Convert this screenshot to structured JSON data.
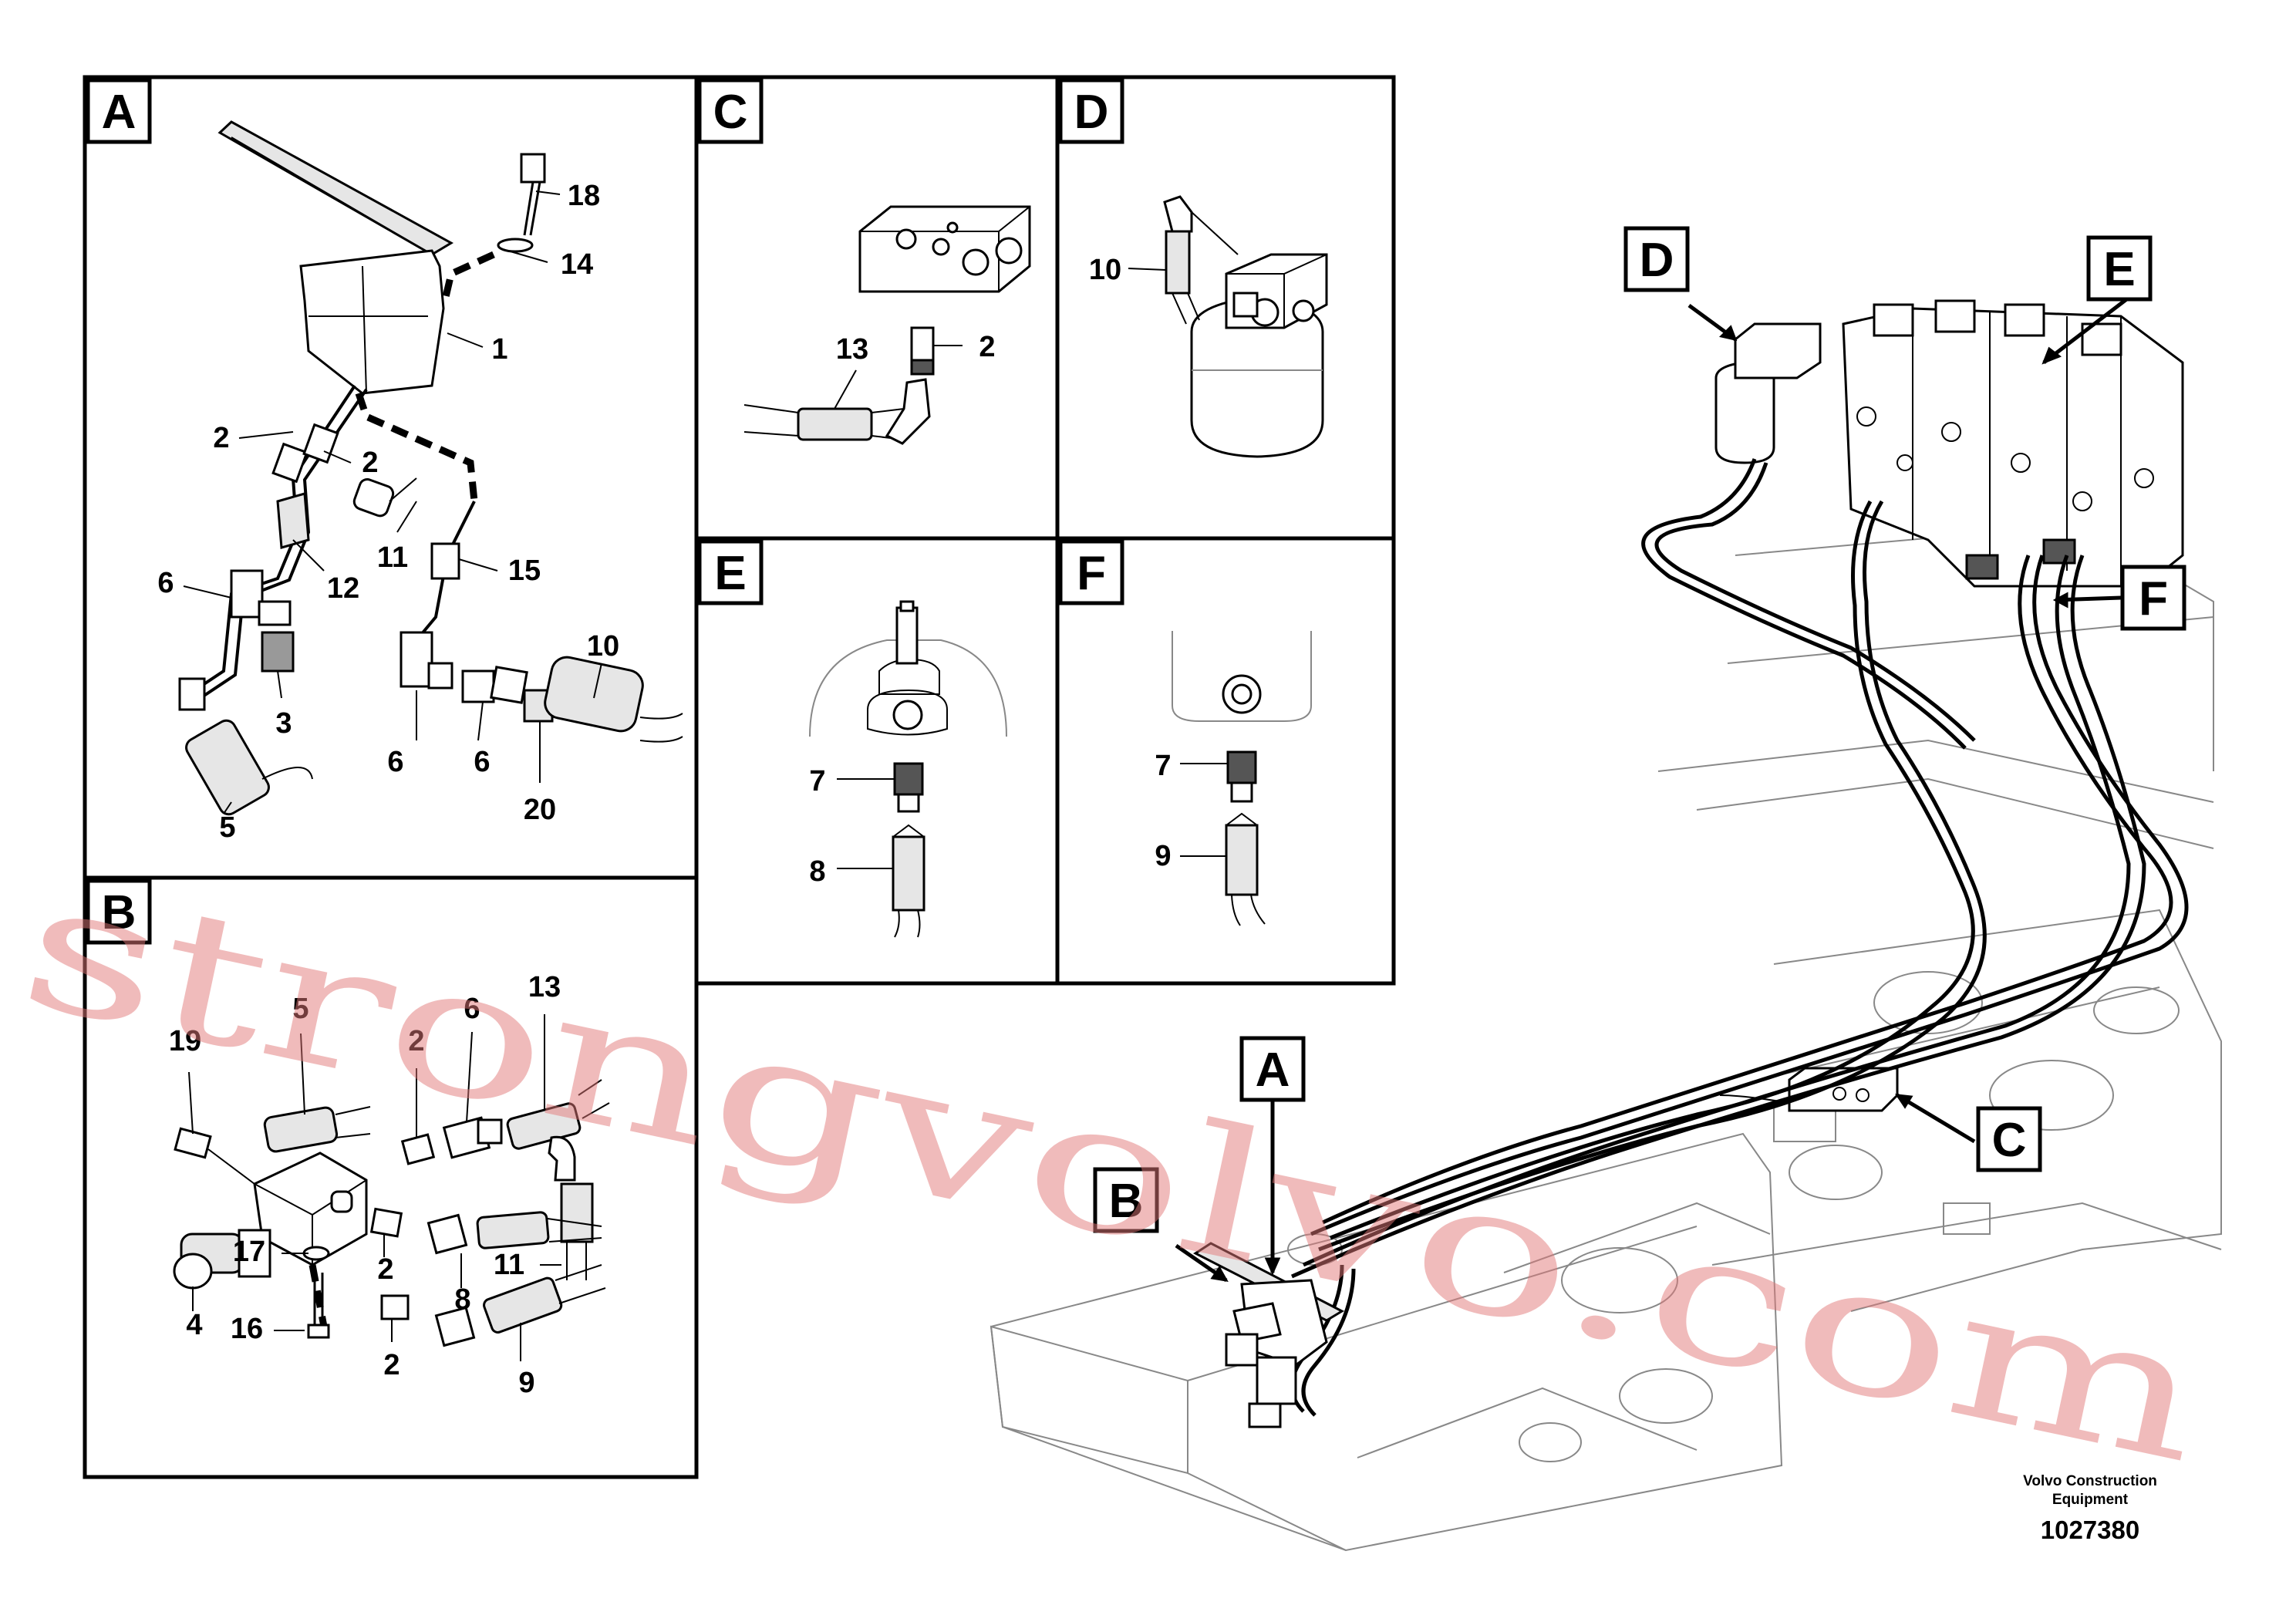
{
  "panels": {
    "A": {
      "letter": "A",
      "callouts": [
        "18",
        "14",
        "1",
        "2",
        "2",
        "11",
        "12",
        "15",
        "6",
        "3",
        "10",
        "6",
        "6",
        "5",
        "20"
      ]
    },
    "B": {
      "letter": "B",
      "callouts": [
        "19",
        "5",
        "2",
        "6",
        "13",
        "11",
        "4",
        "17",
        "2",
        "8",
        "16",
        "2",
        "9"
      ]
    },
    "C": {
      "letter": "C",
      "callouts": [
        "13",
        "2"
      ]
    },
    "D": {
      "letter": "D",
      "callouts": [
        "10"
      ]
    },
    "E": {
      "letter": "E",
      "callouts": [
        "7",
        "8"
      ]
    },
    "F": {
      "letter": "F",
      "callouts": [
        "7",
        "9"
      ]
    }
  },
  "overview": {
    "labels": [
      "D",
      "E",
      "F",
      "A",
      "B",
      "C"
    ]
  },
  "footer": {
    "company_line1": "Volvo Construction",
    "company_line2": "Equipment",
    "drawing_number": "1027380"
  },
  "watermark": "strongvolvo.com"
}
